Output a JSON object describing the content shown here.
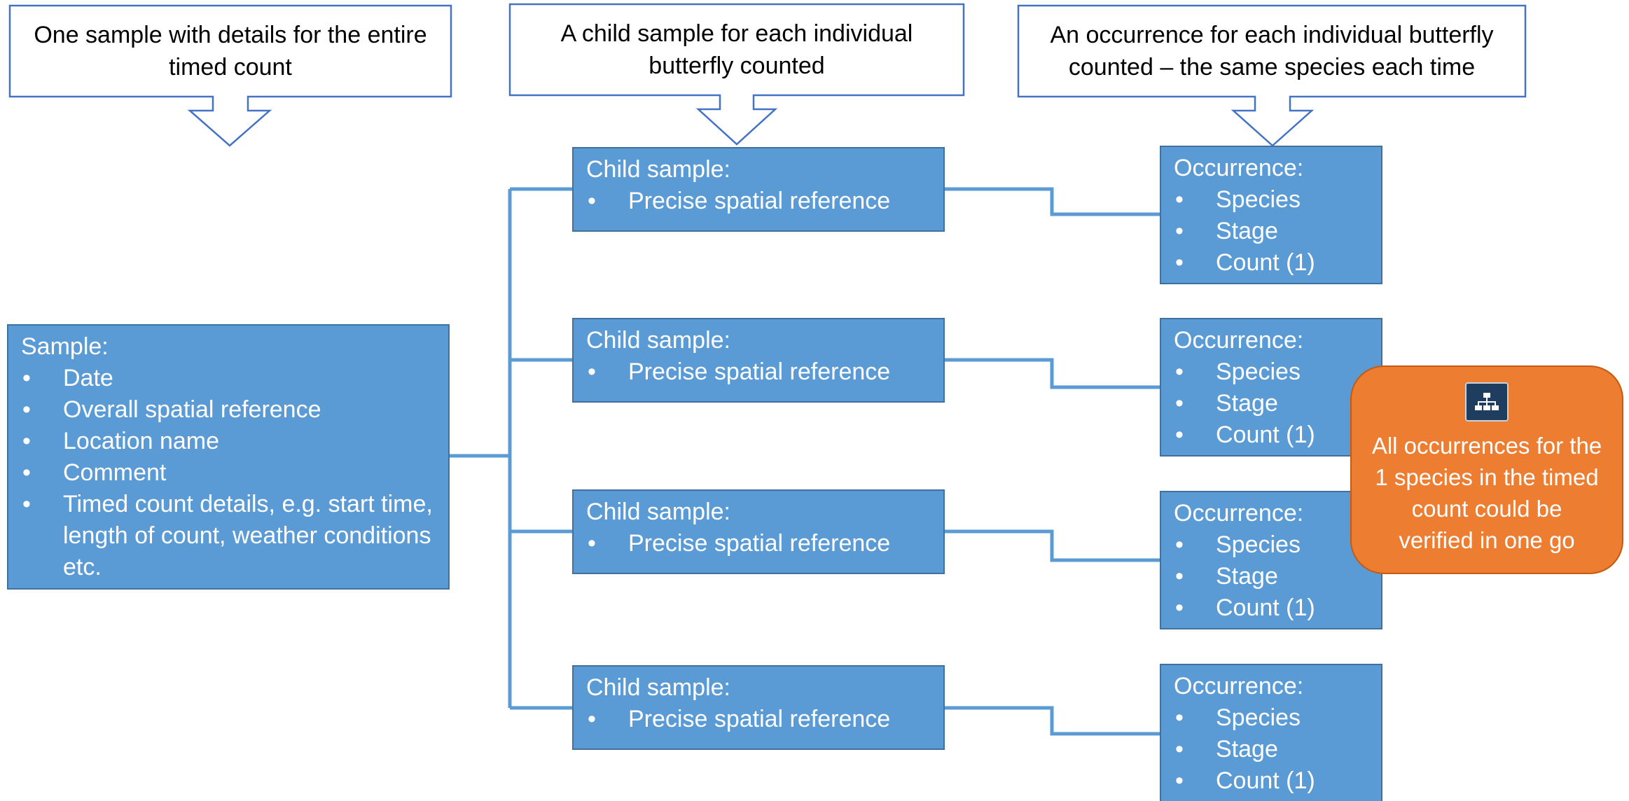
{
  "colors": {
    "box_fill": "#5b9bd5",
    "box_border": "#41719c",
    "connector": "#5b9bd5",
    "callout_border": "#4472c4",
    "highlight_fill": "#ed7d31",
    "icon": "hierarchy-icon"
  },
  "callouts": [
    "One sample with details for the entire timed count",
    "A child sample for each individual butterfly counted",
    "An occurrence for each individual butterfly counted – the same species each time"
  ],
  "sample": {
    "title": "Sample:",
    "items": [
      "Date",
      "Overall spatial reference",
      "Location name",
      "Comment",
      "Timed count details, e.g. start time, length of count, weather conditions etc."
    ]
  },
  "child_samples": [
    {
      "title": "Child sample:",
      "items": [
        "Precise spatial reference"
      ]
    },
    {
      "title": "Child sample:",
      "items": [
        "Precise spatial reference"
      ]
    },
    {
      "title": "Child sample:",
      "items": [
        "Precise spatial reference"
      ]
    },
    {
      "title": "Child sample:",
      "items": [
        "Precise spatial reference"
      ]
    }
  ],
  "occurrences": [
    {
      "title": "Occurrence:",
      "items": [
        "Species",
        "Stage",
        "Count (1)"
      ]
    },
    {
      "title": "Occurrence:",
      "items": [
        "Species",
        "Stage",
        "Count (1)"
      ]
    },
    {
      "title": "Occurrence:",
      "items": [
        "Species",
        "Stage",
        "Count (1)"
      ]
    },
    {
      "title": "Occurrence:",
      "items": [
        "Species",
        "Stage",
        "Count (1)"
      ]
    }
  ],
  "highlight": {
    "text": "All occurrences for the 1 species in the timed count could be verified in one go"
  }
}
